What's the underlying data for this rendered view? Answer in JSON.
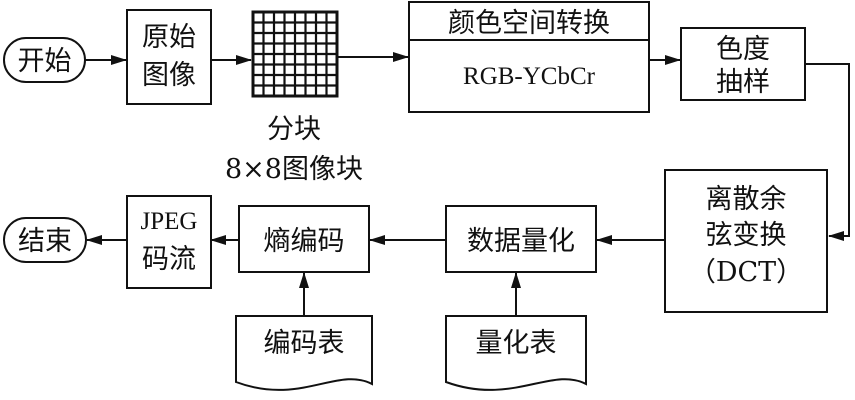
{
  "nodes": {
    "start": "开始",
    "original_image": [
      "原始",
      "图像"
    ],
    "block_split": [
      "分块",
      "8×8图像块"
    ],
    "color_space": {
      "header": "颜色空间转换",
      "body": "RGB-YCbCr"
    },
    "chroma_sampling": [
      "色度",
      "抽样"
    ],
    "dct": [
      "离散余",
      "弦变换",
      "（DCT）"
    ],
    "quantization": "数据量化",
    "entropy_coding": "熵编码",
    "jpeg_stream": [
      "JPEG",
      "码流"
    ],
    "end": "结束"
  },
  "documents": {
    "coding_table": "编码表",
    "quant_table": "量化表"
  },
  "colors": {
    "stroke": "#111111",
    "background": "#ffffff"
  }
}
